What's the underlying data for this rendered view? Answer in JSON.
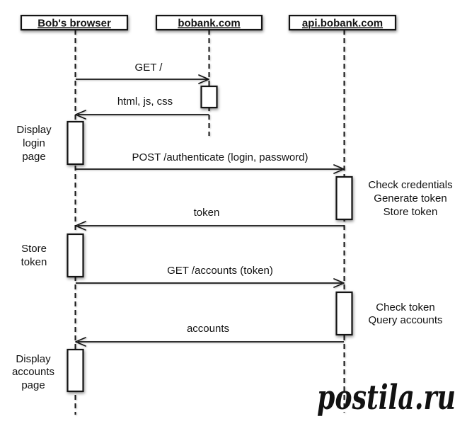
{
  "diagram": {
    "type": "uml-sequence",
    "actors": [
      {
        "label": "Bob's browser"
      },
      {
        "label": "bobank.com"
      },
      {
        "label": "api.bobank.com"
      }
    ],
    "messages": [
      {
        "label": "GET /",
        "from": "Bob's browser",
        "to": "bobank.com"
      },
      {
        "label": "html, js, css",
        "from": "bobank.com",
        "to": "Bob's browser"
      },
      {
        "label": "POST /authenticate (login, password)",
        "from": "Bob's browser",
        "to": "api.bobank.com"
      },
      {
        "label": "token",
        "from": "api.bobank.com",
        "to": "Bob's browser"
      },
      {
        "label": "GET /accounts (token)",
        "from": "Bob's browser",
        "to": "api.bobank.com"
      },
      {
        "label": "accounts",
        "from": "api.bobank.com",
        "to": "Bob's browser"
      }
    ],
    "notes": [
      {
        "side": "left",
        "attached_to": "Bob's browser",
        "lines": [
          "Display",
          "login",
          "page"
        ]
      },
      {
        "side": "right",
        "attached_to": "api.bobank.com",
        "lines": [
          "Check credentials",
          "Generate token",
          "Store token"
        ]
      },
      {
        "side": "left",
        "attached_to": "Bob's browser",
        "lines": [
          "Store",
          "token"
        ]
      },
      {
        "side": "right",
        "attached_to": "api.bobank.com",
        "lines": [
          "Check token",
          "Query accounts"
        ]
      },
      {
        "side": "left",
        "attached_to": "Bob's browser",
        "lines": [
          "Display",
          "accounts",
          "page"
        ]
      }
    ]
  },
  "watermark": {
    "text": "postila.ru",
    "color": "#d4717b"
  },
  "colors": {
    "line": "#141414",
    "background": "#ffffff"
  }
}
